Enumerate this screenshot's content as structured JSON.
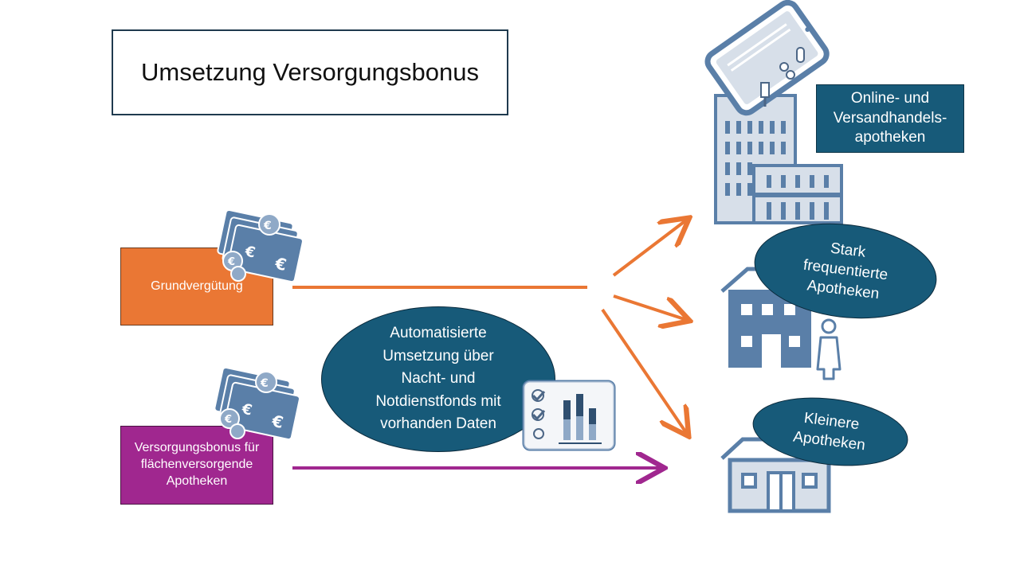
{
  "title": "Umsetzung Versorgungsbonus",
  "boxes": {
    "grundverguetung": "Grundvergütung",
    "versorgungsbonus": "Versorgungsbonus für flächenversorgende Apotheken",
    "online": "Online- und Versandhandels-apotheken"
  },
  "bubbles": {
    "automatisiert": "Automatisierte Umsetzung über Nacht- und Notdienstfonds mit vorhanden Daten",
    "stark": "Stark frequentierte Apotheken",
    "kleinere": "Kleinere Apotheken"
  },
  "icons": {
    "money": "euro-banknotes-icon",
    "checklist_chart": "checklist-bar-chart-icon",
    "tablet": "tablet-medicine-icon",
    "building": "office-building-icon",
    "pharmacy": "pharmacy-building-icon",
    "person": "person-icon",
    "small_house": "small-house-icon"
  },
  "colors": {
    "orange": "#ea7734",
    "purple": "#a0278f",
    "teal": "#175a79",
    "icon_blue": "#5a7fa8",
    "icon_light": "#d7dfe9"
  }
}
